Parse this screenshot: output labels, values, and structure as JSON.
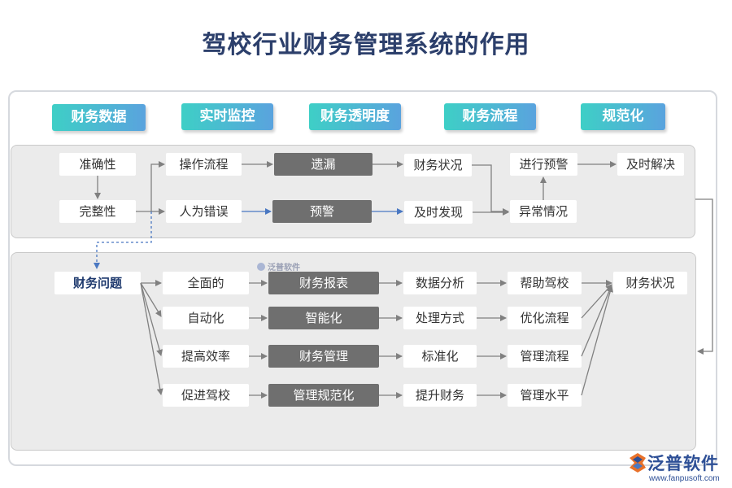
{
  "title": "驾校行业财务管理系统的作用",
  "tags": [
    "财务数据",
    "实时监控",
    "财务透明度",
    "财务流程",
    "规范化"
  ],
  "upper": {
    "accuracy": "准确性",
    "completeness": "完整性",
    "operation_flow": "操作流程",
    "human_error": "人为错误",
    "omission": "遗漏",
    "warning": "预警",
    "financial_status": "财务状况",
    "timely_discovery": "及时发现",
    "early_warning": "进行预警",
    "abnormal": "异常情况",
    "timely_solve": "及时解决"
  },
  "lower": {
    "source": "财务问题",
    "rows": [
      {
        "col1": "全面的",
        "col2": "财务报表",
        "col3": "数据分析",
        "col4": "帮助驾校"
      },
      {
        "col1": "自动化",
        "col2": "智能化",
        "col3": "处理方式",
        "col4": "优化流程"
      },
      {
        "col1": "提高效率",
        "col2": "财务管理",
        "col3": "标准化",
        "col4": "管理流程"
      },
      {
        "col1": "促进驾校",
        "col2": "管理规范化",
        "col3": "提升财务",
        "col4": "管理水平"
      }
    ],
    "target": "财务状况"
  },
  "watermark": "泛普软件",
  "logo": {
    "name": "泛普软件",
    "url": "www.fanpusoft.com"
  },
  "colors": {
    "title": "#2c3f6b",
    "tag_start": "#3ecfc6",
    "tag_end": "#5aa3de",
    "dark_box": "#6f6f6f",
    "arrow": "#808080",
    "blue_arrow": "#4a78c2"
  }
}
